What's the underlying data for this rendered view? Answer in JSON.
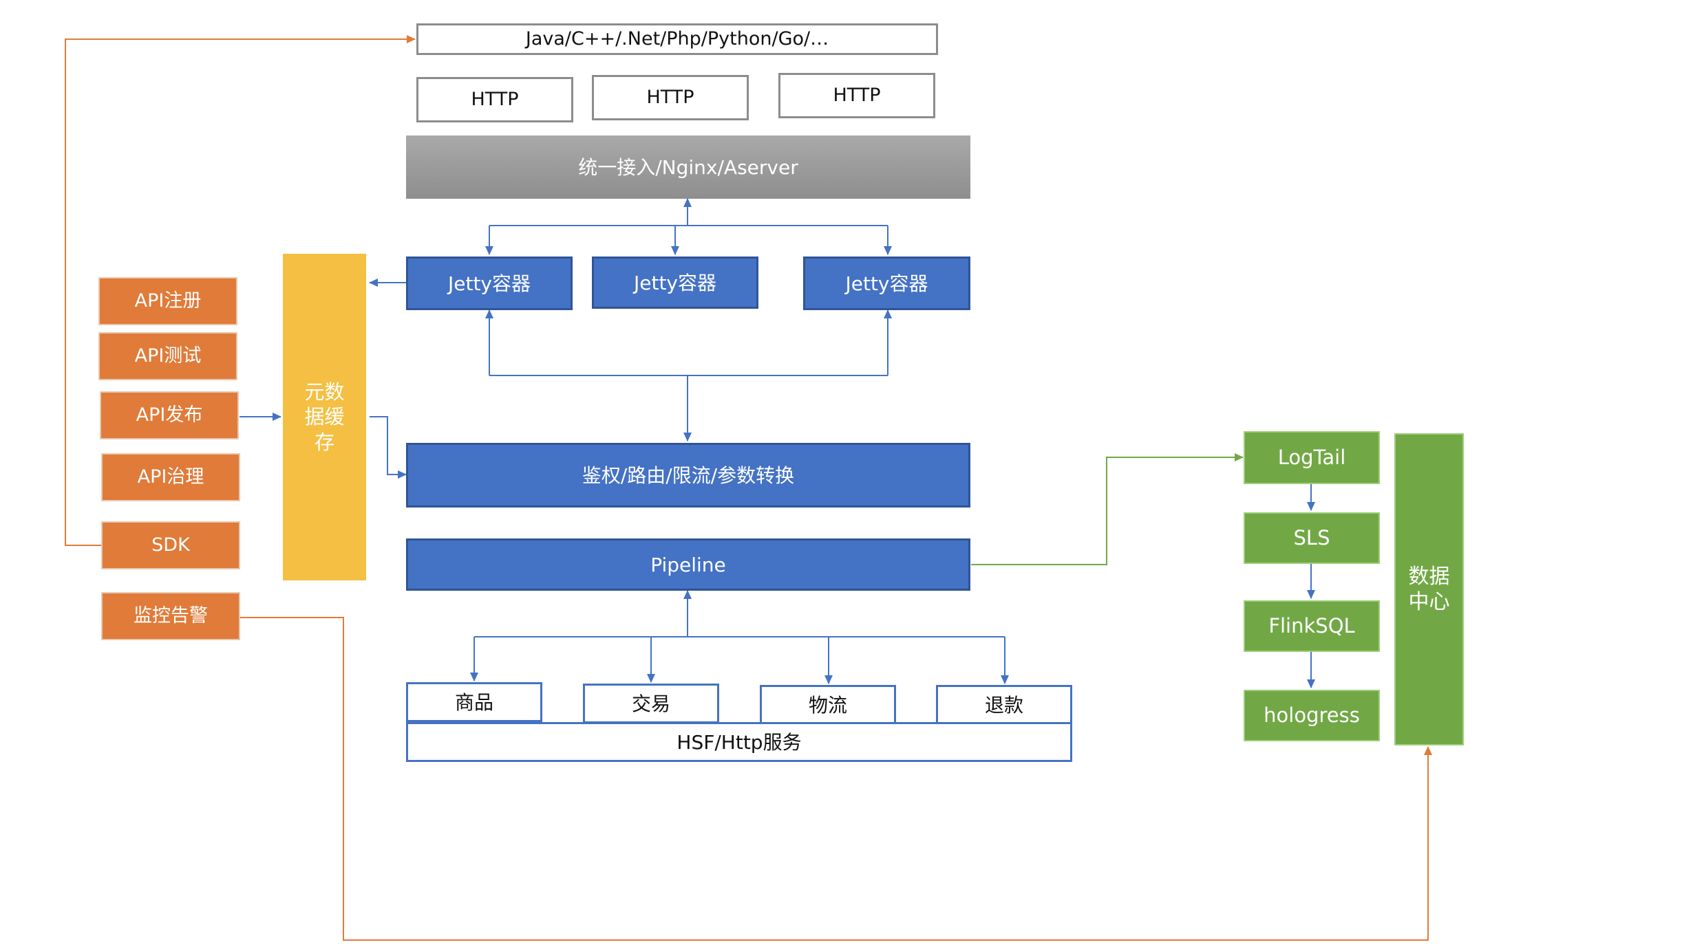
{
  "languages": "Java/C++/.Net/Php/Python/Go/…",
  "http_boxes": [
    "HTTP",
    "HTTP",
    "HTTP"
  ],
  "gateway": "统一接入/Nginx/Aserver",
  "jetty_boxes": [
    "Jetty容器",
    "Jetty容器",
    "Jetty容器"
  ],
  "metadata_cache": "元数据缓存",
  "auth_route": "鉴权/路由/限流/参数转换",
  "pipeline": "Pipeline",
  "api_tools": [
    "API注册",
    "API测试",
    "API发布",
    "API治理",
    "SDK",
    "监控告警"
  ],
  "services": [
    "商品",
    "交易",
    "物流",
    "退款"
  ],
  "service_base": "HSF/Http服务",
  "data_flow": [
    "LogTail",
    "SLS",
    "FlinkSQL",
    "hologress"
  ],
  "data_center": "数据中心",
  "colors": {
    "blue": "#4472c4",
    "orange": "#e07b39",
    "yellow": "#f4bf42",
    "green": "#71a845",
    "gray": "#9a9a9a"
  }
}
